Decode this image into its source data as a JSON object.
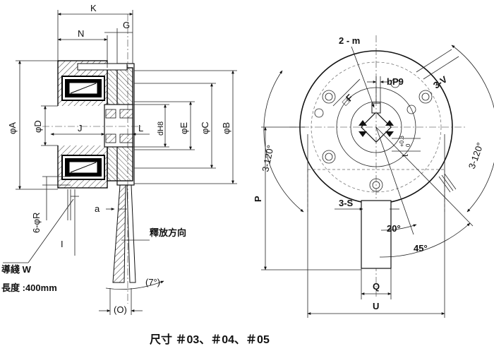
{
  "side_view": {
    "dims": {
      "K": "K",
      "N": "N",
      "G": "G",
      "phiA": "φA",
      "phiD": "φD",
      "J": "J",
      "L": "L",
      "dH8": "dH8",
      "phiE": "φE",
      "phiC": "φC",
      "phiB": "φB",
      "a": "a",
      "phiR": "6-φR",
      "I": "I",
      "O": "(O)"
    },
    "release_direction": "釋放方向",
    "angle": "(7°)",
    "wire_label": "導綫  W",
    "length_label": "長度 :400mm"
  },
  "front_view": {
    "dims": {
      "two_m": "2 - m",
      "F": "□F",
      "bP9": "bP9",
      "three_V": "3-V",
      "three_120_left": "3-120°",
      "three_120_right": "3-120°",
      "t": "t",
      "t_tol_upper": "+0.3",
      "t_tol_lower": "0",
      "P": "P",
      "three_S": "3-S",
      "angle_20": "20°",
      "angle_45": "45°",
      "Q": "Q",
      "U": "U"
    }
  },
  "caption": "尺寸  ＃03、＃04、＃05",
  "colors": {
    "line": "#111111",
    "hatch": "#333333",
    "coil": "#000000",
    "background": "#ffffff"
  }
}
